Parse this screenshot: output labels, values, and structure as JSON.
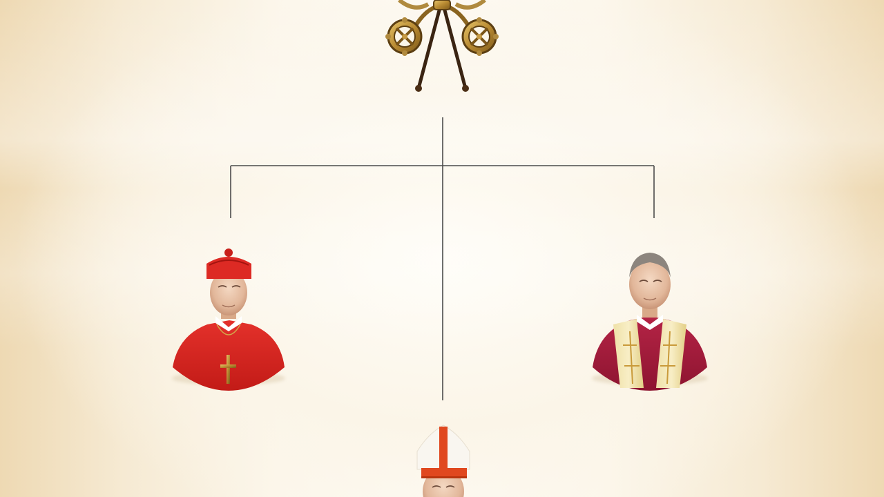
{
  "diagram": {
    "emblem": {
      "name": "crossed-papal-keys",
      "color": "#b08a3e"
    },
    "nodes": [
      {
        "id": "cardinal",
        "role": "cardinal in red choir dress with cross",
        "color": "#d8241f"
      },
      {
        "id": "priest",
        "role": "cleric in magenta cassock with gold stole",
        "color": "#a81c3c"
      },
      {
        "id": "bishop",
        "role": "bishop in white mitre with red band",
        "color": "#e0481f"
      }
    ],
    "connector_color": "#4a4a4a"
  }
}
